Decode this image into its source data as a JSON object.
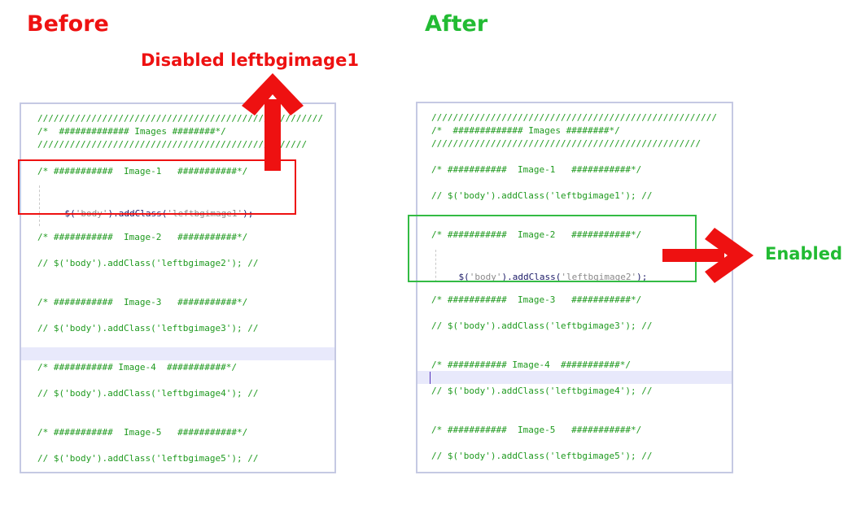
{
  "headings": {
    "before": "Before",
    "after": "After"
  },
  "annotations": {
    "disabled": "Disabled leftbgimage1",
    "enabled": "Enabled"
  },
  "colors": {
    "annotation_red": "#ee1111",
    "annotation_green": "#22bb33",
    "comment_green": "#1f9a1f",
    "panel_border": "#c5c9e3",
    "highlight_line": "#e8e9fb"
  },
  "before_code": {
    "sep_long": "/////////////////////////////////////////////////////",
    "images_header": "/*  ############# Images ########*/",
    "sep_short": "//////////////////////////////////////////////////",
    "img1_header": "/* ###########  Image-1   ###########*/",
    "img1_active": {
      "func": "$(",
      "arg": "'body'",
      "method": ").addClass(",
      "val": "'leftbgimage1'",
      "end": ");"
    },
    "img2_header": "/* ###########  Image-2   ###########*/",
    "img2_line": "// $('body').addClass('leftbgimage2'); //",
    "img3_header": "/* ###########  Image-3   ###########*/",
    "img3_line": "// $('body').addClass('leftbgimage3'); //",
    "img4_header": "/* ########### Image-4  ###########*/",
    "img4_line": "// $('body').addClass('leftbgimage4'); //",
    "img5_header": "/* ###########  Image-5   ###########*/",
    "img5_line": "// $('body').addClass('leftbgimage5'); //"
  },
  "after_code": {
    "sep_long": "/////////////////////////////////////////////////////",
    "images_header": "/*  ############# Images ########*/",
    "sep_short": "//////////////////////////////////////////////////",
    "img1_header": "/* ###########  Image-1   ###########*/",
    "img1_line": "// $('body').addClass('leftbgimage1'); //",
    "img2_header": "/* ###########  Image-2   ###########*/",
    "img2_active": {
      "func": "$(",
      "arg": "'body'",
      "method": ").addClass(",
      "val": "'leftbgimage2'",
      "end": ");"
    },
    "img3_header": "/* ###########  Image-3   ###########*/",
    "img3_line": "// $('body').addClass('leftbgimage3'); //",
    "img4_header": "/* ########### Image-4  ###########*/",
    "img4_line": "// $('body').addClass('leftbgimage4'); //",
    "img5_header": "/* ###########  Image-5   ###########*/",
    "img5_line": "// $('body').addClass('leftbgimage5'); //"
  }
}
